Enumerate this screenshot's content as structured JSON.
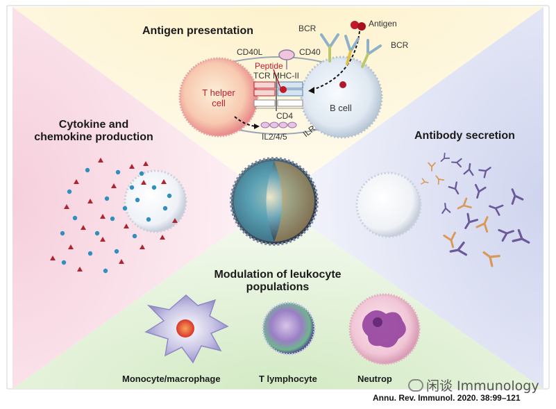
{
  "sections": {
    "antigen_presentation": "Antigen presentation",
    "cytokine_line1": "Cytokine and",
    "cytokine_line2": "chemokine production",
    "antibody_secretion": "Antibody secretion",
    "modulation_line1": "Modulation of leukocyte",
    "modulation_line2": "populations"
  },
  "antigen_panel": {
    "bcr_left": "BCR",
    "bcr_right": "BCR",
    "antigen": "Antigen",
    "cd40l": "CD40L",
    "cd40": "CD40",
    "peptide": "Peptide",
    "tcr_mhc": "TCR MHC-II",
    "cd4": "CD4",
    "il": "IL2/4/5",
    "ilr": "ILR",
    "t_helper_line1": "T helper",
    "t_helper_line2": "cell",
    "b_cell": "B cell"
  },
  "cells": {
    "monocyte": "Monocyte/macrophage",
    "t_lymphocyte": "T lymphocyte",
    "neutrophil": "Neutrop"
  },
  "watermark": "闲谈 Immunology",
  "citation": "Annu. Rev. Immunol. 2020. 38:99–121",
  "colors": {
    "top_sector": "#fdf4d8",
    "left_sector": "#f9dbe4",
    "right_sector": "#dfe2f3",
    "bottom_sector": "#e4f1d9",
    "chemokine_red": "#b02430",
    "cytokine_blue": "#2f8fbf",
    "antibody_purple": "#6b5a9a",
    "antibody_orange": "#d89a5a"
  }
}
